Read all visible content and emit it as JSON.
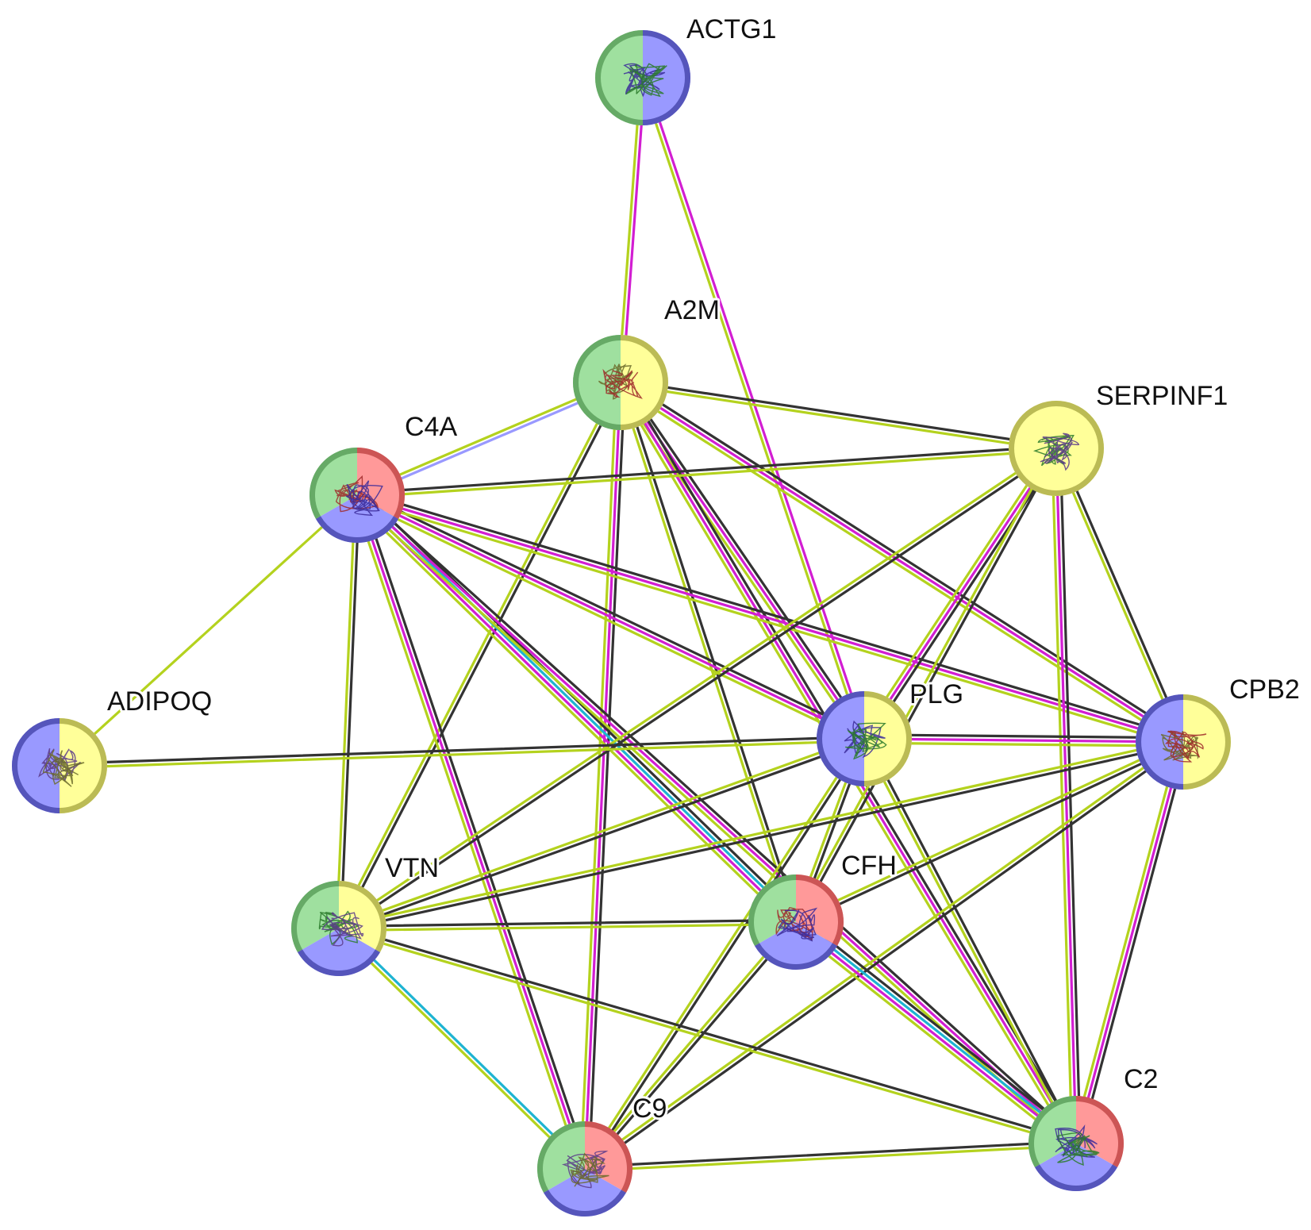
{
  "diagram": {
    "colors": {
      "green": "#9fe09f",
      "blue": "#9999ff",
      "yellow": "#ffff99",
      "red": "#ff9999",
      "ring_green": "#66aa66",
      "ring_blue": "#5555bb",
      "ring_yellow": "#bbbb55",
      "ring_red": "#cc5555"
    },
    "edge_colors": {
      "textmining": "#b4d21e",
      "coexpression": "#333333",
      "experiments": "#d21ed2",
      "databases": "#1eb4d2",
      "homology": "#9999ff"
    },
    "nodes": [
      {
        "id": "ACTG1",
        "label": "ACTG1",
        "colors": [
          "green",
          "blue"
        ],
        "icon": "protein-structure-icon"
      },
      {
        "id": "A2M",
        "label": "A2M",
        "colors": [
          "green",
          "yellow"
        ],
        "icon": "protein-structure-icon"
      },
      {
        "id": "SERPINF1",
        "label": "SERPINF1",
        "colors": [
          "yellow"
        ],
        "icon": "protein-structure-icon"
      },
      {
        "id": "C4A",
        "label": "C4A",
        "colors": [
          "green",
          "red",
          "blue"
        ],
        "icon": "protein-structure-icon"
      },
      {
        "id": "ADIPOQ",
        "label": "ADIPOQ",
        "colors": [
          "blue",
          "yellow"
        ],
        "icon": "protein-structure-icon"
      },
      {
        "id": "PLG",
        "label": "PLG",
        "colors": [
          "blue",
          "yellow"
        ],
        "icon": "protein-structure-icon"
      },
      {
        "id": "CPB2",
        "label": "CPB2",
        "colors": [
          "blue",
          "yellow"
        ],
        "icon": "protein-structure-icon"
      },
      {
        "id": "VTN",
        "label": "VTN",
        "colors": [
          "green",
          "yellow",
          "blue"
        ],
        "icon": "protein-structure-icon"
      },
      {
        "id": "CFH",
        "label": "CFH",
        "colors": [
          "green",
          "red",
          "blue"
        ],
        "icon": "protein-structure-icon"
      },
      {
        "id": "C9",
        "label": "C9",
        "colors": [
          "green",
          "red",
          "blue"
        ],
        "icon": "protein-structure-icon"
      },
      {
        "id": "C2",
        "label": "C2",
        "colors": [
          "green",
          "red",
          "blue"
        ],
        "icon": "protein-structure-icon"
      }
    ],
    "edges": [
      {
        "source": "ACTG1",
        "target": "A2M",
        "types": [
          "experiments",
          "textmining"
        ]
      },
      {
        "source": "ACTG1",
        "target": "PLG",
        "types": [
          "experiments",
          "textmining"
        ]
      },
      {
        "source": "A2M",
        "target": "C4A",
        "types": [
          "homology",
          "textmining"
        ]
      },
      {
        "source": "A2M",
        "target": "SERPINF1",
        "types": [
          "coexpression",
          "textmining"
        ]
      },
      {
        "source": "A2M",
        "target": "PLG",
        "types": [
          "coexpression",
          "experiments",
          "textmining"
        ]
      },
      {
        "source": "A2M",
        "target": "CPB2",
        "types": [
          "coexpression",
          "experiments",
          "textmining"
        ]
      },
      {
        "source": "A2M",
        "target": "VTN",
        "types": [
          "coexpression",
          "textmining"
        ]
      },
      {
        "source": "A2M",
        "target": "CFH",
        "types": [
          "coexpression",
          "textmining"
        ]
      },
      {
        "source": "A2M",
        "target": "C9",
        "types": [
          "coexpression",
          "experiments",
          "textmining"
        ]
      },
      {
        "source": "A2M",
        "target": "C2",
        "types": [
          "coexpression",
          "experiments",
          "textmining"
        ]
      },
      {
        "source": "C4A",
        "target": "SERPINF1",
        "types": [
          "coexpression",
          "textmining"
        ]
      },
      {
        "source": "C4A",
        "target": "ADIPOQ",
        "types": [
          "textmining"
        ]
      },
      {
        "source": "C4A",
        "target": "PLG",
        "types": [
          "coexpression",
          "experiments",
          "textmining"
        ]
      },
      {
        "source": "C4A",
        "target": "CPB2",
        "types": [
          "coexpression",
          "experiments",
          "textmining"
        ]
      },
      {
        "source": "C4A",
        "target": "VTN",
        "types": [
          "coexpression",
          "textmining"
        ]
      },
      {
        "source": "C4A",
        "target": "CFH",
        "types": [
          "coexpression",
          "databases",
          "experiments",
          "textmining"
        ]
      },
      {
        "source": "C4A",
        "target": "C9",
        "types": [
          "coexpression",
          "experiments",
          "textmining"
        ]
      },
      {
        "source": "C4A",
        "target": "C2",
        "types": [
          "coexpression",
          "experiments",
          "textmining"
        ]
      },
      {
        "source": "SERPINF1",
        "target": "PLG",
        "types": [
          "coexpression",
          "experiments",
          "textmining"
        ]
      },
      {
        "source": "SERPINF1",
        "target": "CPB2",
        "types": [
          "coexpression",
          "textmining"
        ]
      },
      {
        "source": "SERPINF1",
        "target": "VTN",
        "types": [
          "coexpression",
          "textmining"
        ]
      },
      {
        "source": "SERPINF1",
        "target": "CFH",
        "types": [
          "coexpression",
          "textmining"
        ]
      },
      {
        "source": "SERPINF1",
        "target": "C2",
        "types": [
          "coexpression",
          "experiments",
          "textmining"
        ]
      },
      {
        "source": "ADIPOQ",
        "target": "PLG",
        "types": [
          "coexpression",
          "textmining"
        ]
      },
      {
        "source": "PLG",
        "target": "CPB2",
        "types": [
          "coexpression",
          "experiments",
          "textmining"
        ]
      },
      {
        "source": "PLG",
        "target": "VTN",
        "types": [
          "coexpression",
          "textmining"
        ]
      },
      {
        "source": "PLG",
        "target": "CFH",
        "types": [
          "coexpression",
          "textmining"
        ]
      },
      {
        "source": "PLG",
        "target": "C9",
        "types": [
          "coexpression",
          "textmining"
        ]
      },
      {
        "source": "PLG",
        "target": "C2",
        "types": [
          "coexpression",
          "textmining"
        ]
      },
      {
        "source": "CPB2",
        "target": "VTN",
        "types": [
          "coexpression",
          "textmining"
        ]
      },
      {
        "source": "CPB2",
        "target": "CFH",
        "types": [
          "coexpression",
          "textmining"
        ]
      },
      {
        "source": "CPB2",
        "target": "C9",
        "types": [
          "coexpression",
          "textmining"
        ]
      },
      {
        "source": "CPB2",
        "target": "C2",
        "types": [
          "coexpression",
          "experiments",
          "textmining"
        ]
      },
      {
        "source": "VTN",
        "target": "CFH",
        "types": [
          "coexpression",
          "textmining"
        ]
      },
      {
        "source": "VTN",
        "target": "C9",
        "types": [
          "databases",
          "textmining"
        ]
      },
      {
        "source": "VTN",
        "target": "C2",
        "types": [
          "coexpression",
          "textmining"
        ]
      },
      {
        "source": "CFH",
        "target": "C9",
        "types": [
          "coexpression",
          "textmining"
        ]
      },
      {
        "source": "CFH",
        "target": "C2",
        "types": [
          "coexpression",
          "databases",
          "experiments",
          "textmining"
        ]
      },
      {
        "source": "C9",
        "target": "C2",
        "types": [
          "coexpression",
          "textmining"
        ]
      }
    ]
  }
}
